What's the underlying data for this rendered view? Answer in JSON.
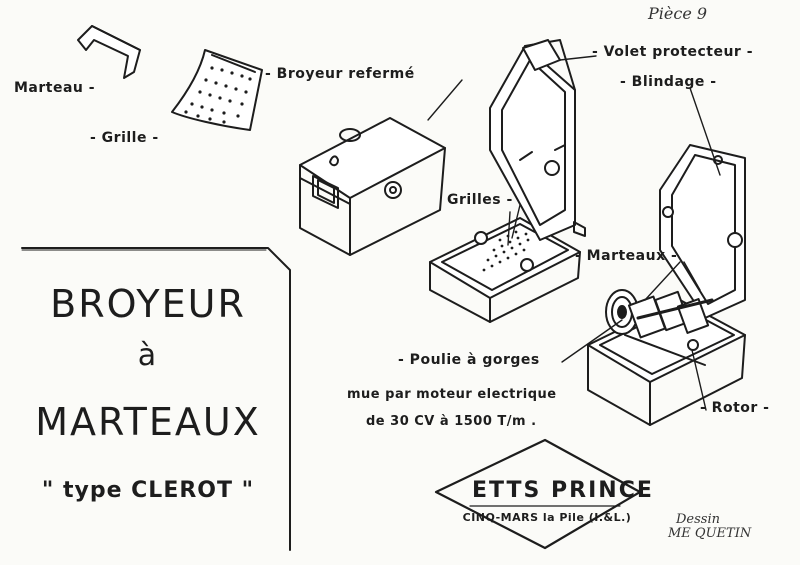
{
  "page_ref": "Pièce 9",
  "labels": {
    "marteau": "Marteau -",
    "grille": "- Grille -",
    "broyeur_referme": "- Broyeur refermé",
    "volet_protecteur": "- Volet protecteur -",
    "blindage": "- Blindage -",
    "grilles": "Grilles -",
    "marteaux": "- Marteaux -",
    "poulie": "- Poulie à gorges",
    "moteur_line1": "mue par moteur electrique",
    "moteur_line2": "de 30 CV à 1500 T/m .",
    "rotor": "- Rotor -"
  },
  "title": {
    "line1": "BROYEUR",
    "line2": "à",
    "line3": "MARTEAUX",
    "line4": "\" type CLEROT \""
  },
  "logo": {
    "line1": "ETTS PRINCE",
    "line2": "CINQ-MARS la Pile (I.&L.)"
  },
  "signature": {
    "line1": "Dessin",
    "line2": "ME QUETIN"
  },
  "colors": {
    "ink": "#1d1d1d",
    "paper": "#fbfbf8"
  }
}
